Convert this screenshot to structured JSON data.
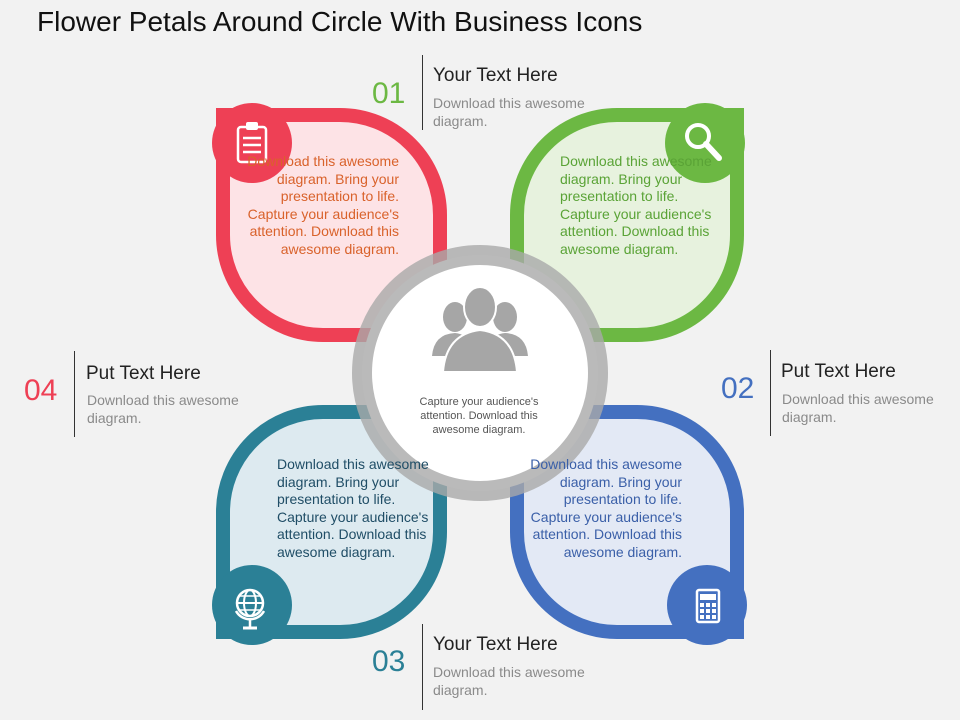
{
  "title": "Flower Petals Around Circle With Business Icons",
  "colors": {
    "red": "#ee4055",
    "green": "#6cb843",
    "teal": "#2b8096",
    "blue": "#4470c0",
    "ring": "#a9a9a9",
    "person": "#a6a6a6"
  },
  "petals": [
    {
      "icon": "clipboard-icon",
      "text": "Download this awesome diagram. Bring your presentation to life. Capture your audience's attention. Download this awesome diagram."
    },
    {
      "icon": "magnifier-icon",
      "text": "Download this awesome diagram. Bring your presentation to life. Capture your audience's attention. Download this awesome diagram."
    },
    {
      "icon": "globe-icon",
      "text": "Download this awesome diagram. Bring your presentation to life. Capture your audience's attention. Download this awesome diagram."
    },
    {
      "icon": "calculator-icon",
      "text": "Download this awesome diagram. Bring your presentation to life. Capture your audience's attention. Download this awesome diagram."
    }
  ],
  "center": {
    "icon": "people-group-icon",
    "text": "Capture your audience's attention. Download this awesome diagram."
  },
  "callouts": [
    {
      "number": "01",
      "title": "Your Text Here",
      "body": "Download this awesome diagram."
    },
    {
      "number": "02",
      "title": "Put Text Here",
      "body": "Download this awesome diagram."
    },
    {
      "number": "03",
      "title": "Your Text Here",
      "body": "Download this awesome diagram."
    },
    {
      "number": "04",
      "title": "Put Text Here",
      "body": "Download this awesome diagram."
    }
  ]
}
